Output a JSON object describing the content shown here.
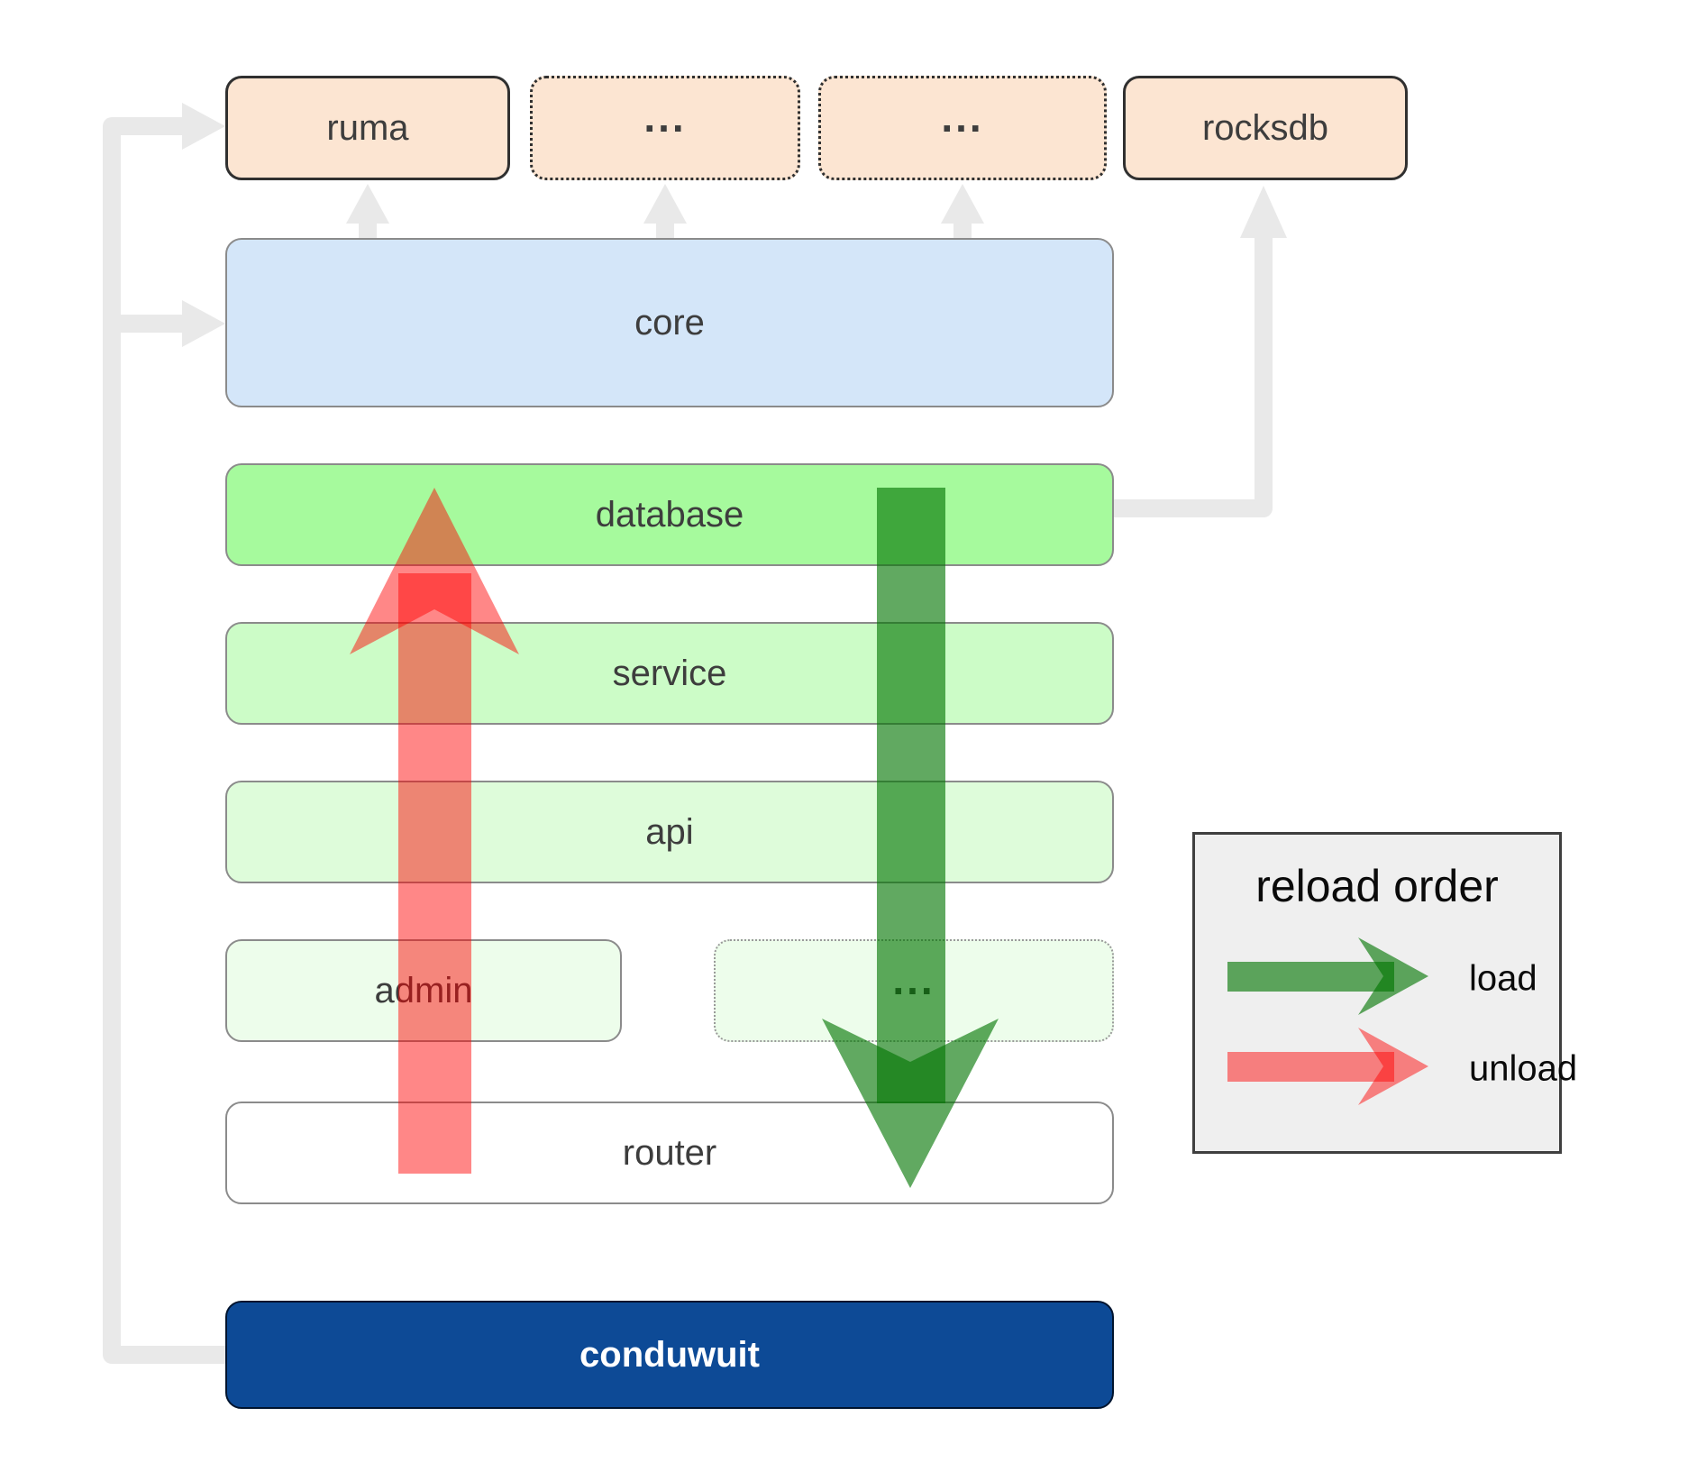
{
  "nodes": {
    "ruma": "ruma",
    "deps_a": "...",
    "deps_b": "...",
    "rocksdb": "rocksdb",
    "core": "core",
    "database": "database",
    "service": "service",
    "api": "api",
    "admin": "admin",
    "deps_more": "...",
    "router": "router",
    "conduwuit": "conduwuit"
  },
  "legend": {
    "title": "reload order",
    "load": "load",
    "unload": "unload"
  },
  "colors": {
    "peach_bg": "#fce5d2",
    "core_bg": "#d4e6f9",
    "database_bg": "#a6fa9d",
    "service_bg": "#ccfcc7",
    "api_bg": "#defcda",
    "admin_bg": "#edfdeb",
    "router_bg": "#ffffff",
    "conduwuit_bg": "#0d4a96",
    "conduwuit_text": "#ffffff",
    "node_text": "#3d3d3d",
    "legend_bg": "#efefef",
    "connector": "#e9e9e9",
    "load_arrow": "#007400",
    "unload_arrow": "#ff0000"
  }
}
